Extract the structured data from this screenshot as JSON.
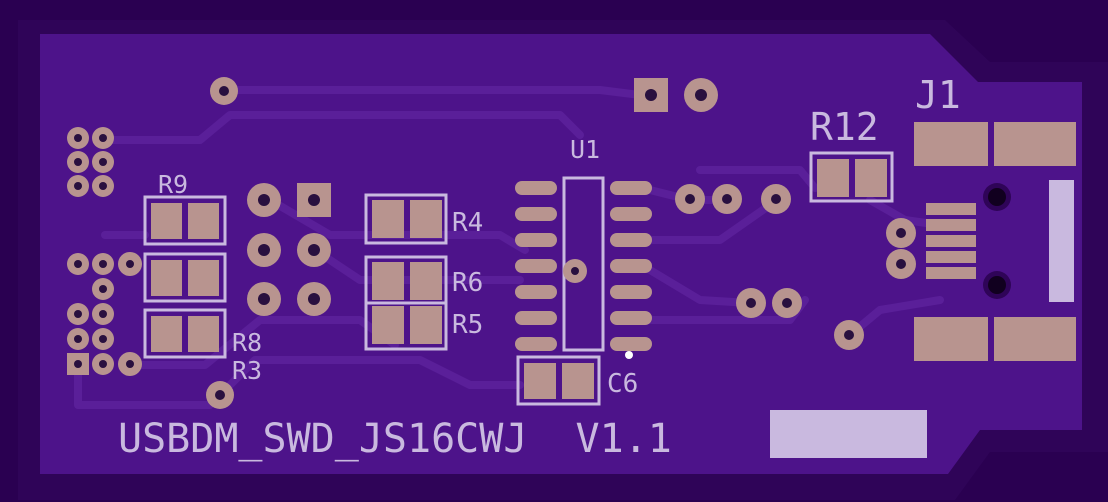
{
  "colors": {
    "background": "#2a0051",
    "board": "#4d138a",
    "board_edge": "#2f0458",
    "trace": "#5a1f99",
    "copper": "#b8948f",
    "hole": "#29103f",
    "silkscreen": "#c9b9df"
  },
  "board": {
    "title": "USBDM_SWD_JS16CWJ  V1.1"
  },
  "labels": {
    "r9": "R9",
    "r8": "R8",
    "r3": "R3",
    "r4": "R4",
    "r6": "R6",
    "r5": "R5",
    "u1": "U1",
    "c6": "C6",
    "r12": "R12",
    "j1": "J1"
  }
}
